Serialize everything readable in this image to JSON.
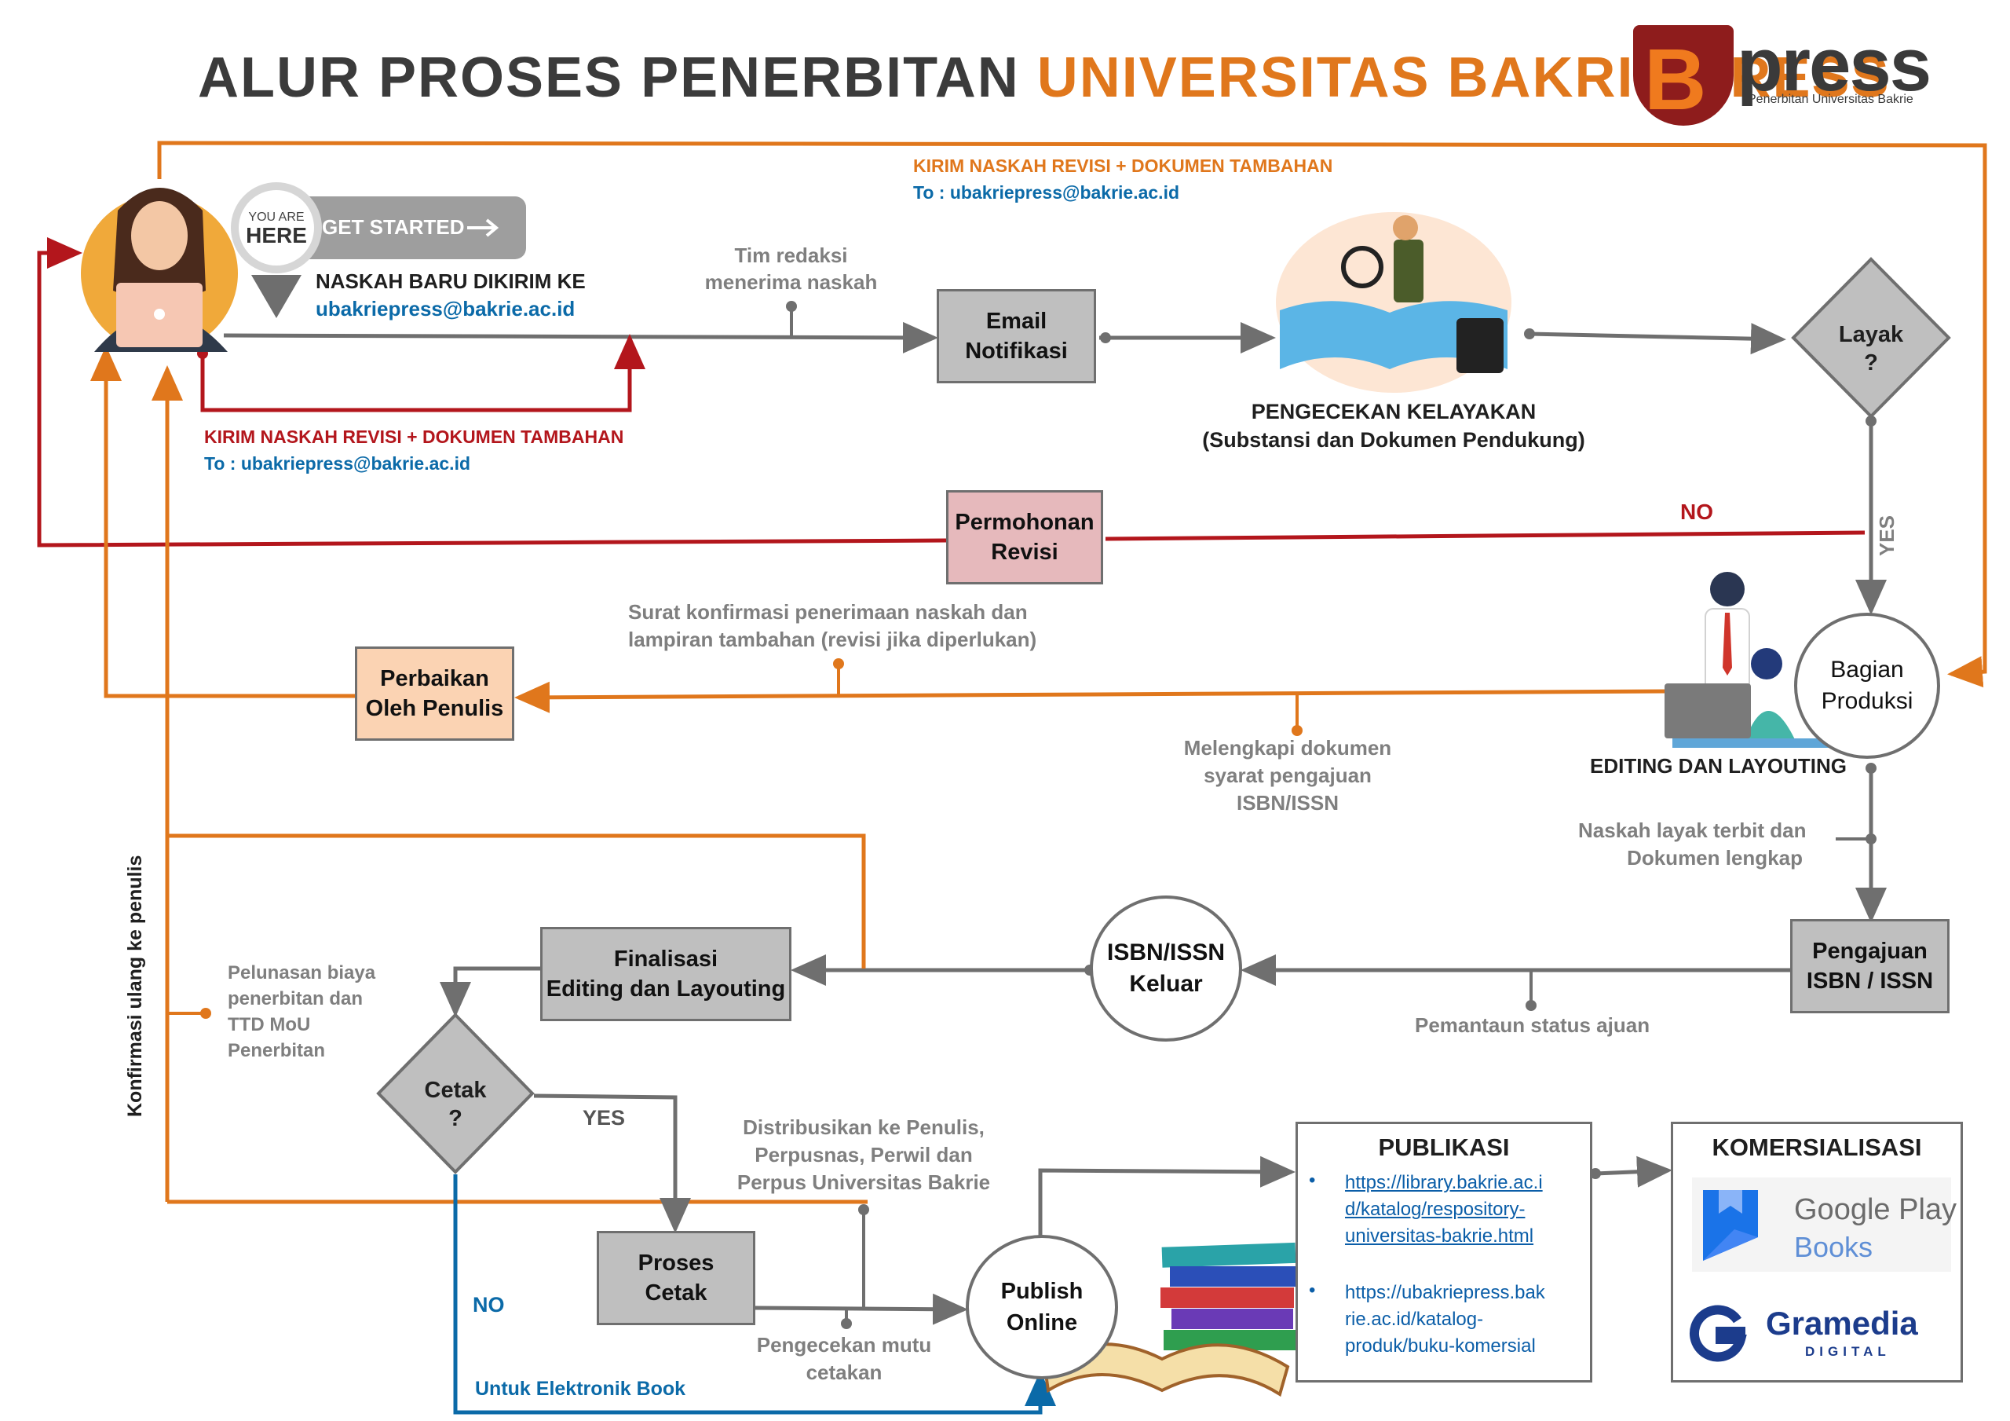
{
  "title": {
    "part1": "ALUR PROSES PENERBITAN ",
    "part2": "UNIVERSITAS BAKRIE PRESS"
  },
  "logo": {
    "letter": "B",
    "word": "press",
    "tagline": "Penerbitan Universitas Bakrie"
  },
  "colors": {
    "orange": "#e0771c",
    "red": "#b3161c",
    "blue": "#0b6aa8",
    "gray_box": "#bfbfbf",
    "revision_box": "#e6b9bc",
    "author_box": "#fbd3b3",
    "line_gray": "#6f6f6f"
  },
  "start": {
    "you_are": "YOU ARE",
    "here": "HERE",
    "get_started": "GET STARTED",
    "arrow_icon": "long-arrow-right"
  },
  "labels": {
    "naskah_baru": "NASKAH BARU DIKIRIM KE",
    "naskah_baru_email": "ubakriepress@bakrie.ac.id",
    "revisi_top": "KIRIM NASKAH REVISI + DOKUMEN TAMBAHAN",
    "revisi_top_email": "To : ubakriepress@bakrie.ac.id",
    "revisi_bottom": "KIRIM NASKAH REVISI + DOKUMEN TAMBAHAN",
    "revisi_bottom_email": "To : ubakriepress@bakrie.ac.id",
    "tim_redaksi_1": "Tim redaksi",
    "tim_redaksi_2": "menerima naskah",
    "pengecekan_1": "PENGECEKAN KELAYAKAN",
    "pengecekan_2": "(Substansi dan Dokumen Pendukung)",
    "no_top": "NO",
    "yes_right": "YES",
    "surat_1": "Surat konfirmasi penerimaan naskah dan",
    "surat_2": "lampiran tambahan (revisi jika diperlukan)",
    "melengkapi_1": "Melengkapi dokumen",
    "melengkapi_2": "syarat pengajuan",
    "melengkapi_3": "ISBN/ISSN",
    "editing_layouting": "EDITING DAN LAYOUTING",
    "naskah_layak_1": "Naskah layak terbit dan",
    "naskah_layak_2": "Dokumen lengkap",
    "pemantauan": "Pemantaun status ajuan",
    "konfirmasi": "Konfirmasi ulang ke penulis",
    "pelunasan_1": "Pelunasan biaya",
    "pelunasan_2": "penerbitan dan",
    "pelunasan_3": "TTD MoU",
    "pelunasan_4": "Penerbitan",
    "yes_cetak": "YES",
    "no_cetak": "NO",
    "elektronik": "Untuk Elektronik Book",
    "distribusi_1": "Distribusikan ke Penulis,",
    "distribusi_2": "Perpusnas, Perwil dan",
    "distribusi_3": "Perpus Universitas Bakrie",
    "mutu_1": "Pengecekan mutu",
    "mutu_2": "cetakan"
  },
  "nodes": {
    "email_notif_1": "Email",
    "email_notif_2": "Notifikasi",
    "layak_1": "Layak",
    "layak_2": "?",
    "permohonan_1": "Permohonan",
    "permohonan_2": "Revisi",
    "bagian_1": "Bagian",
    "bagian_2": "Produksi",
    "perbaikan_1": "Perbaikan",
    "perbaikan_2": "Oleh Penulis",
    "pengajuan_1": "Pengajuan",
    "pengajuan_2": "ISBN / ISSN",
    "isbn_keluar_1": "ISBN/ISSN",
    "isbn_keluar_2": "Keluar",
    "finalisasi_1": "Finalisasi",
    "finalisasi_2": "Editing dan Layouting",
    "cetak_1": "Cetak",
    "cetak_2": "?",
    "proses_1": "Proses",
    "proses_2": "Cetak",
    "publish_1": "Publish",
    "publish_2": "Online"
  },
  "publikasi": {
    "title": "PUBLIKASI",
    "link1": [
      "https://library.bakrie.ac.i",
      "d/katalog/respository-",
      "universitas-bakrie.html"
    ],
    "link2": [
      "https://ubakriepress.bak",
      "rie.ac.id/katalog-",
      "produk/buku-komersial"
    ]
  },
  "komersialisasi": {
    "title": "KOMERSIALISASI",
    "google_1": "Google Play",
    "google_2": "Books",
    "gramedia_1": "Gramedia",
    "gramedia_2": "DIGITAL"
  }
}
